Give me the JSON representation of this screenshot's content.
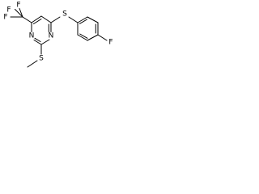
{
  "molecule": {
    "atoms": {
      "f1": "F",
      "f2": "F",
      "f3": "F",
      "n_top": "N",
      "n_bottom": "N",
      "s_thio": "S",
      "s_methyl": "S",
      "f_para": "F"
    },
    "colors": {
      "bond": "#000000",
      "label": "#000000",
      "background": "#ffffff"
    }
  }
}
